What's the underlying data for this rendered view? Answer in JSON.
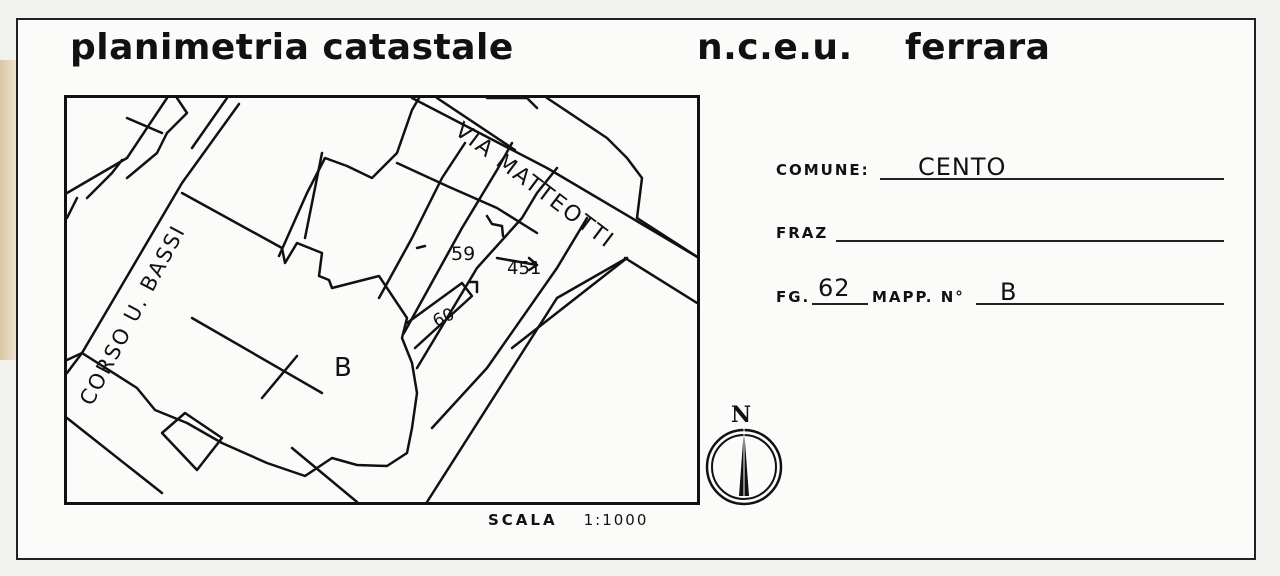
{
  "header": {
    "title": "planimetria catastale",
    "register": "n.c.e.u.",
    "city": "ferrara"
  },
  "map": {
    "street_west": "CORSO U. BASSI",
    "street_north": "VIA MATTEOTTI",
    "parcel_59": "59",
    "parcel_451": "451",
    "parcel_60": "60",
    "parcel_b": "B"
  },
  "scale": {
    "label": "SCALA",
    "value": "1:1000"
  },
  "fields": {
    "comune_label": "COMUNE:",
    "comune_value": "CENTO",
    "fraz_label": "FRAZ",
    "fraz_value": "",
    "fg_label": "FG.",
    "fg_value": "62",
    "mapp_label": "MAPP. N°",
    "mapp_value": "B"
  },
  "compass": {
    "label": "N"
  }
}
